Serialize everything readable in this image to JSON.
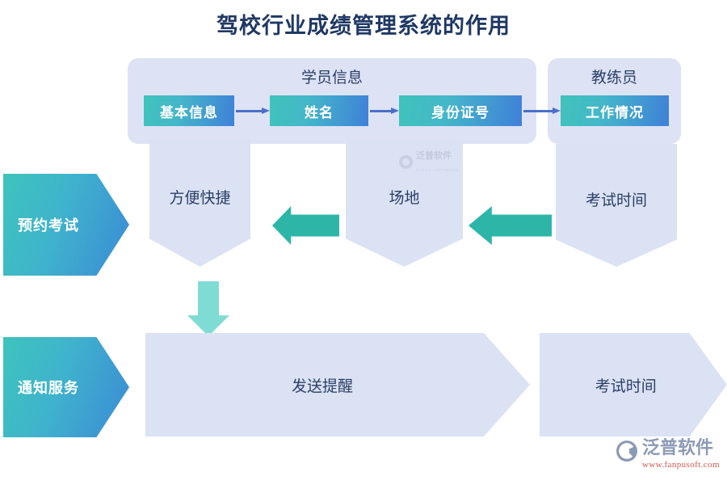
{
  "title": "驾校行业成绩管理系统的作用",
  "colors": {
    "title_text": "#1f3864",
    "group_fill": "#dde3f5",
    "chip_gradient_start": "#3fc3bb",
    "chip_gradient_end": "#3f80d8",
    "blue_arrow": "#4a6fc8",
    "teal_arrow": "#2db6a8",
    "teal_arrow_down": "#7fdcd5",
    "shape_fill": "#dbe2f4",
    "shape_text": "#2b3f66",
    "brand_name": "#8b9ab5",
    "brand_url": "#d2574e"
  },
  "groups": [
    {
      "label": "学员信息"
    },
    {
      "label": "教练员"
    }
  ],
  "chips": [
    {
      "label": "基本信息"
    },
    {
      "label": "姓名"
    },
    {
      "label": "身份证号"
    },
    {
      "label": "工作情况"
    }
  ],
  "middle_row": {
    "lead": {
      "label": "预约考试"
    },
    "steps": [
      {
        "label": "方便快捷"
      },
      {
        "label": "场地"
      },
      {
        "label": "考试时间"
      }
    ]
  },
  "bottom_row": {
    "lead": {
      "label": "通知服务"
    },
    "steps": [
      {
        "label": "发送提醒"
      },
      {
        "label": "考试时间"
      }
    ]
  },
  "watermark": {
    "name": "泛普软件",
    "sub": "FANPU SOFTWARE"
  },
  "brand": {
    "name": "泛普软件",
    "url": "www.fanpusoft.com"
  }
}
